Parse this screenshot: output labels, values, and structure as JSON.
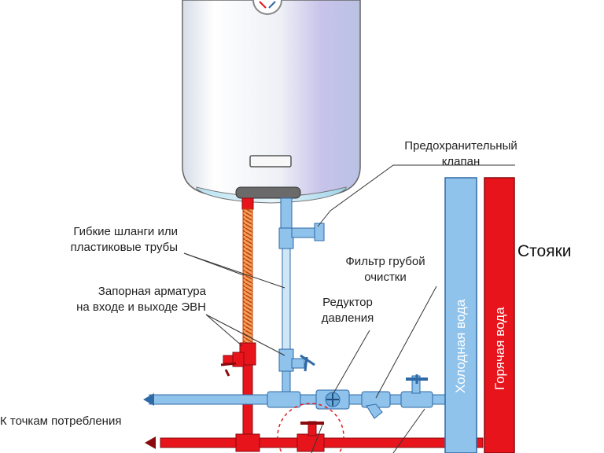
{
  "labels": {
    "safety_valve": [
      "Предохранительный",
      "клапан"
    ],
    "hoses": [
      "Гибкие шланги или",
      "пластиковые трубы"
    ],
    "shutoff": [
      "Запорная арматура",
      "на входе и выходе ЭВН"
    ],
    "filter": [
      "Фильтр грубой",
      "очистки"
    ],
    "reducer": [
      "Редуктор",
      "давления"
    ],
    "consumers": "К точкам потребления",
    "risers": "Стояки",
    "cold_water": "Холодная вода",
    "hot_water": "Горячая вода"
  },
  "colors": {
    "cold": "#8fc3ec",
    "cold_edge": "#2f6aa6",
    "hot": "#e8141c",
    "hot_edge": "#8a0a0e",
    "tank": "#eef1f7",
    "leader": "#333333"
  },
  "icons": [
    "water-heater-icon",
    "thermometer-icon",
    "ball-valve-icon",
    "filter-icon",
    "pressure-reducer-icon",
    "safety-valve-icon",
    "flow-arrow-icon"
  ]
}
